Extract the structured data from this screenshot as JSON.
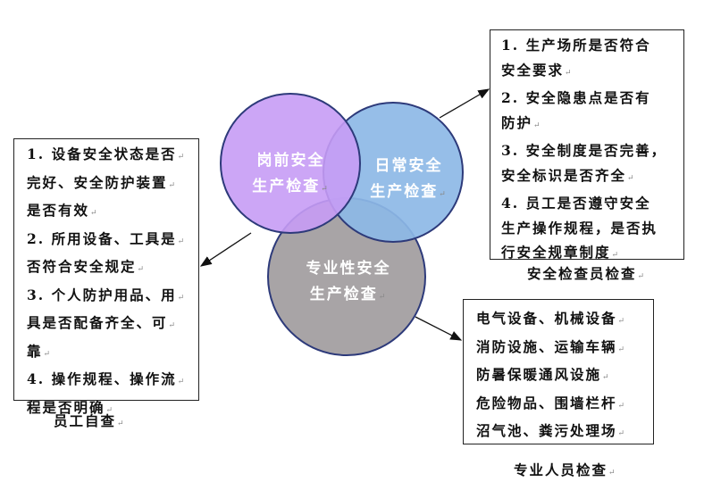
{
  "circles": {
    "post": {
      "line1": "岗前安全",
      "line2": "生产检查",
      "color": "#c79cf5"
    },
    "daily": {
      "line1": "日常安全",
      "line2": "生产检查",
      "color": "#8db9e6"
    },
    "professional": {
      "line1": "专业性安全",
      "line2": "生产检查",
      "color": "#a8a4a6"
    }
  },
  "left_box": {
    "lines": [
      "1. 设备安全状态是否",
      "完好、安全防护装置",
      "是否有效",
      "2. 所用设备、工具是",
      "否符合安全规定",
      "3. 个人防护用品、用",
      "具是否配备齐全、可",
      "靠",
      "4. 操作规程、操作流",
      "程是否明确"
    ],
    "caption": "员工自查"
  },
  "right_box": {
    "lines": [
      "1. 生产场所是否符合",
      "安全要求",
      "2. 安全隐患点是否有",
      "防护",
      "3. 安全制度是否完善，",
      "安全标识是否齐全",
      "4. 员工是否遵守安全",
      "生产操作规程，是否执",
      "行安全规章制度"
    ],
    "caption": "安全检查员检查"
  },
  "bottom_box": {
    "lines": [
      "电气设备、机械设备",
      "消防设施、运输车辆",
      "防暑保暖通风设施",
      "危险物品、围墙栏杆",
      "沼气池、粪污处理场"
    ],
    "caption": "专业人员检查"
  }
}
